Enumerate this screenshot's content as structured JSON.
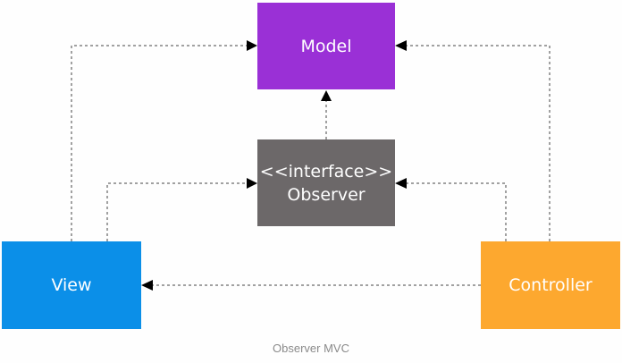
{
  "diagram": {
    "boxes": {
      "model": {
        "label": "Model",
        "color": "#9a30d6"
      },
      "observer": {
        "stereotype": "<<interface>>",
        "label": "Observer",
        "color": "#6c6869"
      },
      "view": {
        "label": "View",
        "color": "#0b8fe8"
      },
      "controller": {
        "label": "Controller",
        "color": "#fda82f"
      }
    },
    "connectors": [
      {
        "from": "view",
        "to": "model",
        "style": "dashed-arrow"
      },
      {
        "from": "view",
        "to": "observer",
        "style": "dashed-arrow"
      },
      {
        "from": "observer",
        "to": "model",
        "style": "dashed-arrow"
      },
      {
        "from": "controller",
        "to": "model",
        "style": "dashed-arrow"
      },
      {
        "from": "controller",
        "to": "observer",
        "style": "dashed-arrow"
      },
      {
        "from": "controller",
        "to": "view",
        "style": "dashed-arrow"
      }
    ]
  },
  "caption": "Observer MVC"
}
